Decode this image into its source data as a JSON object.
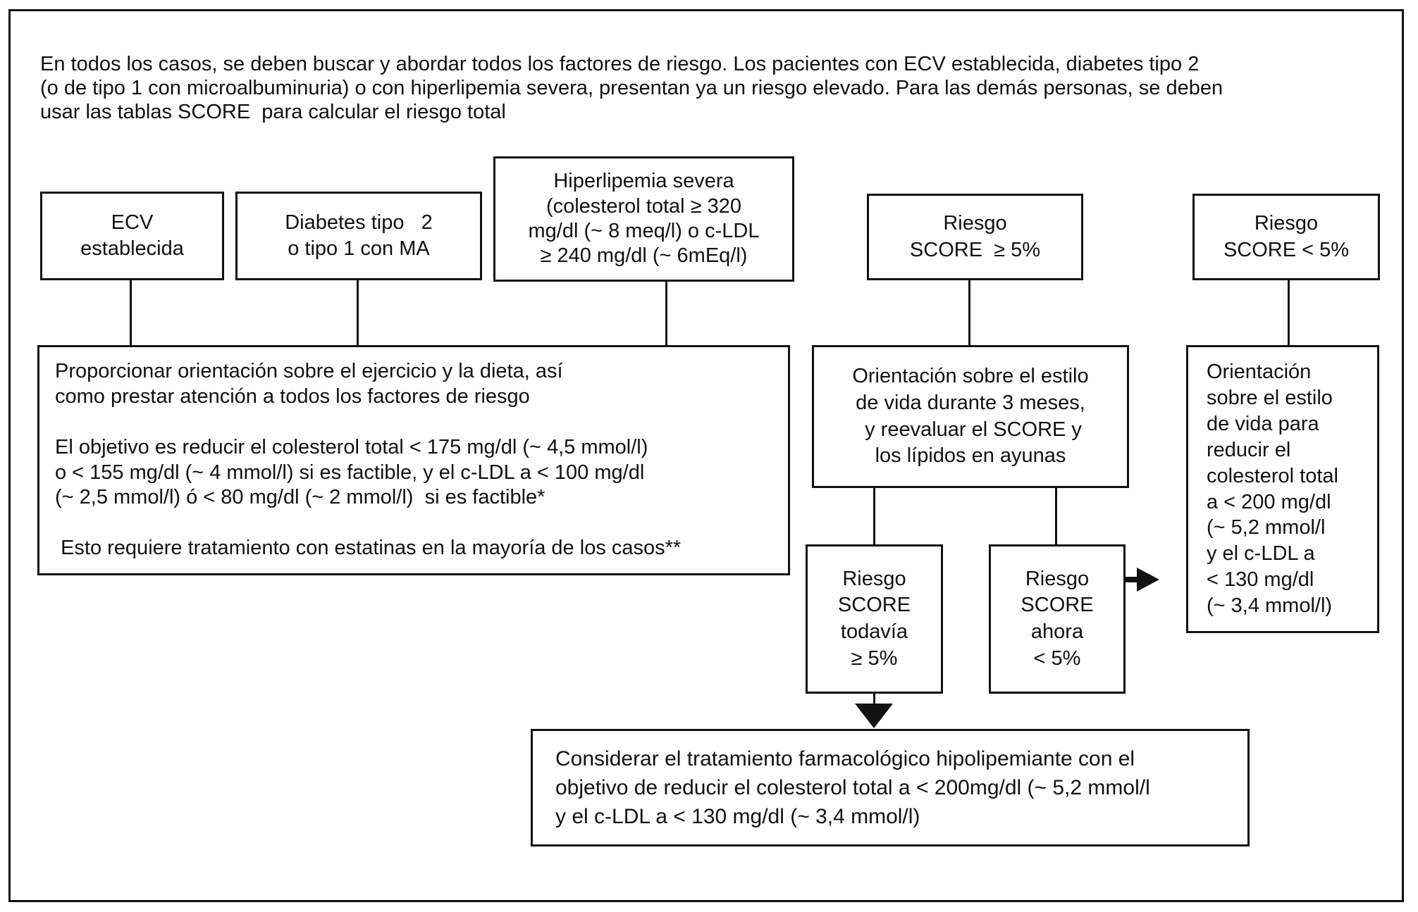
{
  "intro_text": "En todos los casos, se deben buscar y abordar todos los factores de riesgo. Los pacientes con ECV establecida, diabetes tipo 2\n(o de tipo 1 con microalbuminuria) o con hiperlipemia severa, presentan ya un riesgo elevado. Para las demás personas, se deben\nusar las tablas SCORE  para calcular el riesgo total",
  "boxes": {
    "ecv": {
      "text": "ECV\nestablecida"
    },
    "diabetes": {
      "text": "Diabetes tipo   2\no tipo 1 con MA"
    },
    "hiperlipemia": {
      "text": "Hiperlipemia severa\n(colesterol total ≥ 320\nmg/dl (~ 8 meq/l) o c-LDL\n≥ 240 mg/dl (~ 6mEq/l)"
    },
    "score_high": {
      "text": "Riesgo\nSCORE  ≥ 5%"
    },
    "score_low": {
      "text": "Riesgo\nSCORE < 5%"
    },
    "left_action": {
      "text": "Proporcionar orientación sobre el ejercicio y la dieta, así\ncomo prestar atención a todos los factores de riesgo\n\nEl objetivo es reducir el colesterol total < 175 mg/dl (~ 4,5 mmol/l)\no < 155 mg/dl (~ 4 mmol/l) si es factible, y el c-LDL a < 100 mg/dl\n(~ 2,5 mmol/l) ó < 80 mg/dl (~ 2 mmol/l)  si es factible*\n\n Esto requiere tratamiento con estatinas en la mayoría de los casos**"
    },
    "middle_action": {
      "text": "Orientación sobre el estilo\nde vida durante 3 meses,\n y reevaluar el SCORE y\nlos lípidos en ayunas"
    },
    "right_action": {
      "text": "Orientación\nsobre el estilo\nde vida para\nreducir el\ncolesterol total\na < 200 mg/dl\n(~ 5,2 mmol/l\ny el c-LDL a\n< 130 mg/dl\n(~ 3,4 mmol/l)"
    },
    "score_still_high": {
      "text": "Riesgo\nSCORE\ntodavía\n≥ 5%"
    },
    "score_now_low": {
      "text": "Riesgo\nSCORE\nahora\n< 5%"
    },
    "pharma": {
      "text": "Considerar el tratamiento farmacológico hipolipemiante con el\nobjetivo de reducir el colesterol total a < 200mg/dl (~ 5,2 mmol/l\ny el c-LDL a < 130 mg/dl (~ 3,4 mmol/l)"
    }
  },
  "colors": {
    "line": "#111111",
    "background": "#ffffff",
    "text": "#111111"
  }
}
